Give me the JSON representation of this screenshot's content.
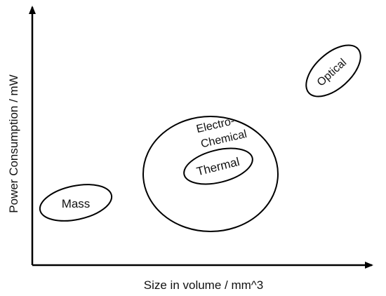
{
  "axes": {
    "x_label": "Size in volume / mm^3",
    "y_label": "Power Consumption / mW"
  },
  "regions": {
    "mass": "Mass",
    "electro_line1": "Electro-",
    "electro_line2": "Chemical",
    "thermal": "Thermal",
    "optical": "Optical"
  }
}
